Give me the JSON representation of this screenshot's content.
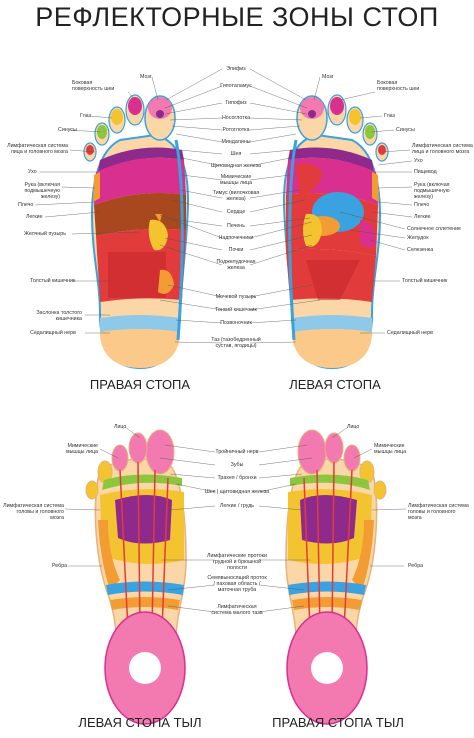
{
  "title": "РЕФЛЕКТОРНЫЕ ЗОНЫ СТОП",
  "captions": {
    "right_sole": "ПРАВАЯ СТОПА",
    "left_sole": "ЛЕВАЯ СТОПА",
    "left_top": "ЛЕВАЯ СТОПА ТЫЛ",
    "right_top": "ПРАВАЯ СТОПА ТЫЛ"
  },
  "sole_left_labels": {
    "brain": "Мозг",
    "side_neck": "Боковая поверхность шеи",
    "eye": "Глаз",
    "sinuses": "Синусы",
    "lymph": "Лимфатическая система лица и головного мозга",
    "ear": "Ухо",
    "arm": "Рука (включая подмышечную железу)",
    "shoulder": "Плечо",
    "lungs": "Легкие",
    "gallbladder": "Желчный пузырь",
    "large_intestine": "Толстый кишечник",
    "valve": "Заслонка толстого кишечника",
    "sciatic": "Седалищный нерв"
  },
  "sole_center_labels": {
    "pineal": "Эпифиз",
    "hypothalamus": "Гипоталамус",
    "pituitary": "Гипофиз",
    "nasopharynx": "Носоглотка",
    "oropharynx": "Ротоглотка",
    "tonsils": "Миндалины",
    "neck": "Шея",
    "thyroid": "Щитовидная железа",
    "face_muscles": "Мимические мышцы лица",
    "thymus": "Тимус (вилочковая железа)",
    "heart": "Сердце",
    "liver": "Печень",
    "adrenals": "Надпочечники",
    "kidneys": "Почки",
    "pancreas": "Поджелудочная железа",
    "bladder": "Мочевой пузырь",
    "small_intestine": "Тонкий кишечник",
    "spine": "Позвоночник",
    "pelvis": "Таз (тазобедренный сустав, ягодицы)"
  },
  "sole_right_labels": {
    "brain": "Мозг",
    "side_neck": "Боковая поверхность шеи",
    "eye": "Глаз",
    "sinuses": "Синусы",
    "lymph": "Лимфатическая система лица и головного мозга",
    "ear": "Ухо",
    "esophagus": "Пищевод",
    "arm": "Рука (включая подмышечную железу)",
    "shoulder": "Плечо",
    "lungs": "Легкие",
    "solar": "Солнечное сплетение",
    "stomach": "Желудок",
    "spleen": "Селезенка",
    "large_intestine": "Толстый кишечник",
    "sciatic": "Седалищный нерв"
  },
  "top_left_labels": {
    "face": "Лицо",
    "face_muscles": "Мимические мышцы лица",
    "lymph": "Лимфатическая система головы и головного мозга",
    "ribs": "Ребра"
  },
  "top_center_labels": {
    "trigeminal": "Тройничный нерв",
    "teeth": "Зубы",
    "trachea": "Трахея / бронхи",
    "neck_thyroid": "Шея | щитовидная железа",
    "chest": "Легкие / грудь",
    "lymph_ducts": "Лимфатические протоки грудной и брюшной полости",
    "seminal": "Семявыносящий проток / паховая область / маточная труба",
    "pelvic_lymph": "Лимфатическая система малого таза"
  },
  "top_right_labels": {
    "face": "Лицо",
    "face_muscles": "Мимические мышцы лица",
    "lymph": "Лимфатическая система головы и головного мозга",
    "ribs": "Ребра"
  },
  "colors": {
    "skin": "#fbd7a8",
    "red": "#e23b3b",
    "magenta": "#d9308f",
    "purple": "#8e2a8c",
    "orange": "#f39c34",
    "yellow": "#f4c430",
    "blue": "#3aa2e0",
    "pink": "#f27ab0",
    "brown": "#a9471f",
    "green": "#8cc63f"
  }
}
